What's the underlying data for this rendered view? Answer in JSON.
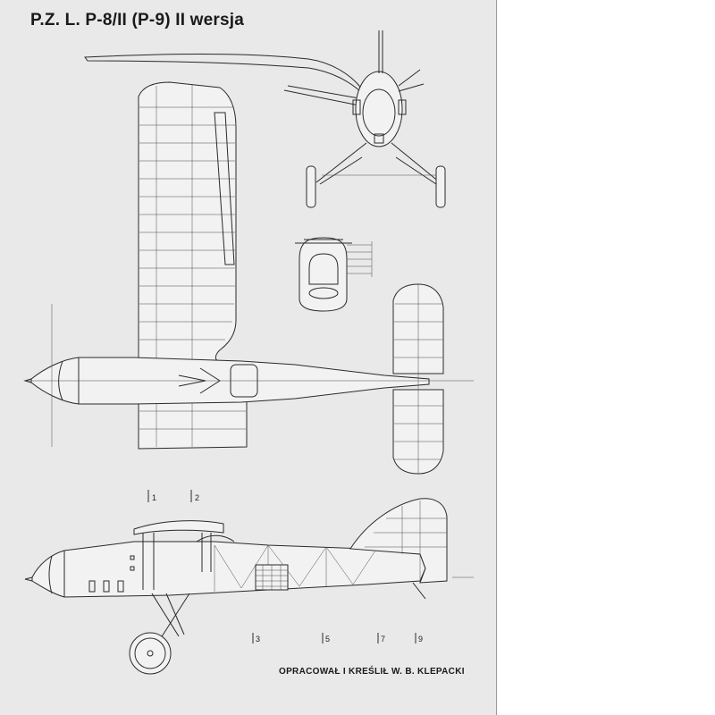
{
  "drawing": {
    "title": "P.Z. L. P-8/II (P-9) II wersja",
    "credit": "OPRACOWAŁ I KREŚLIŁ W. B. KLEPACKI",
    "stations": [
      "1",
      "2",
      "3",
      "5",
      "7",
      "9"
    ]
  }
}
